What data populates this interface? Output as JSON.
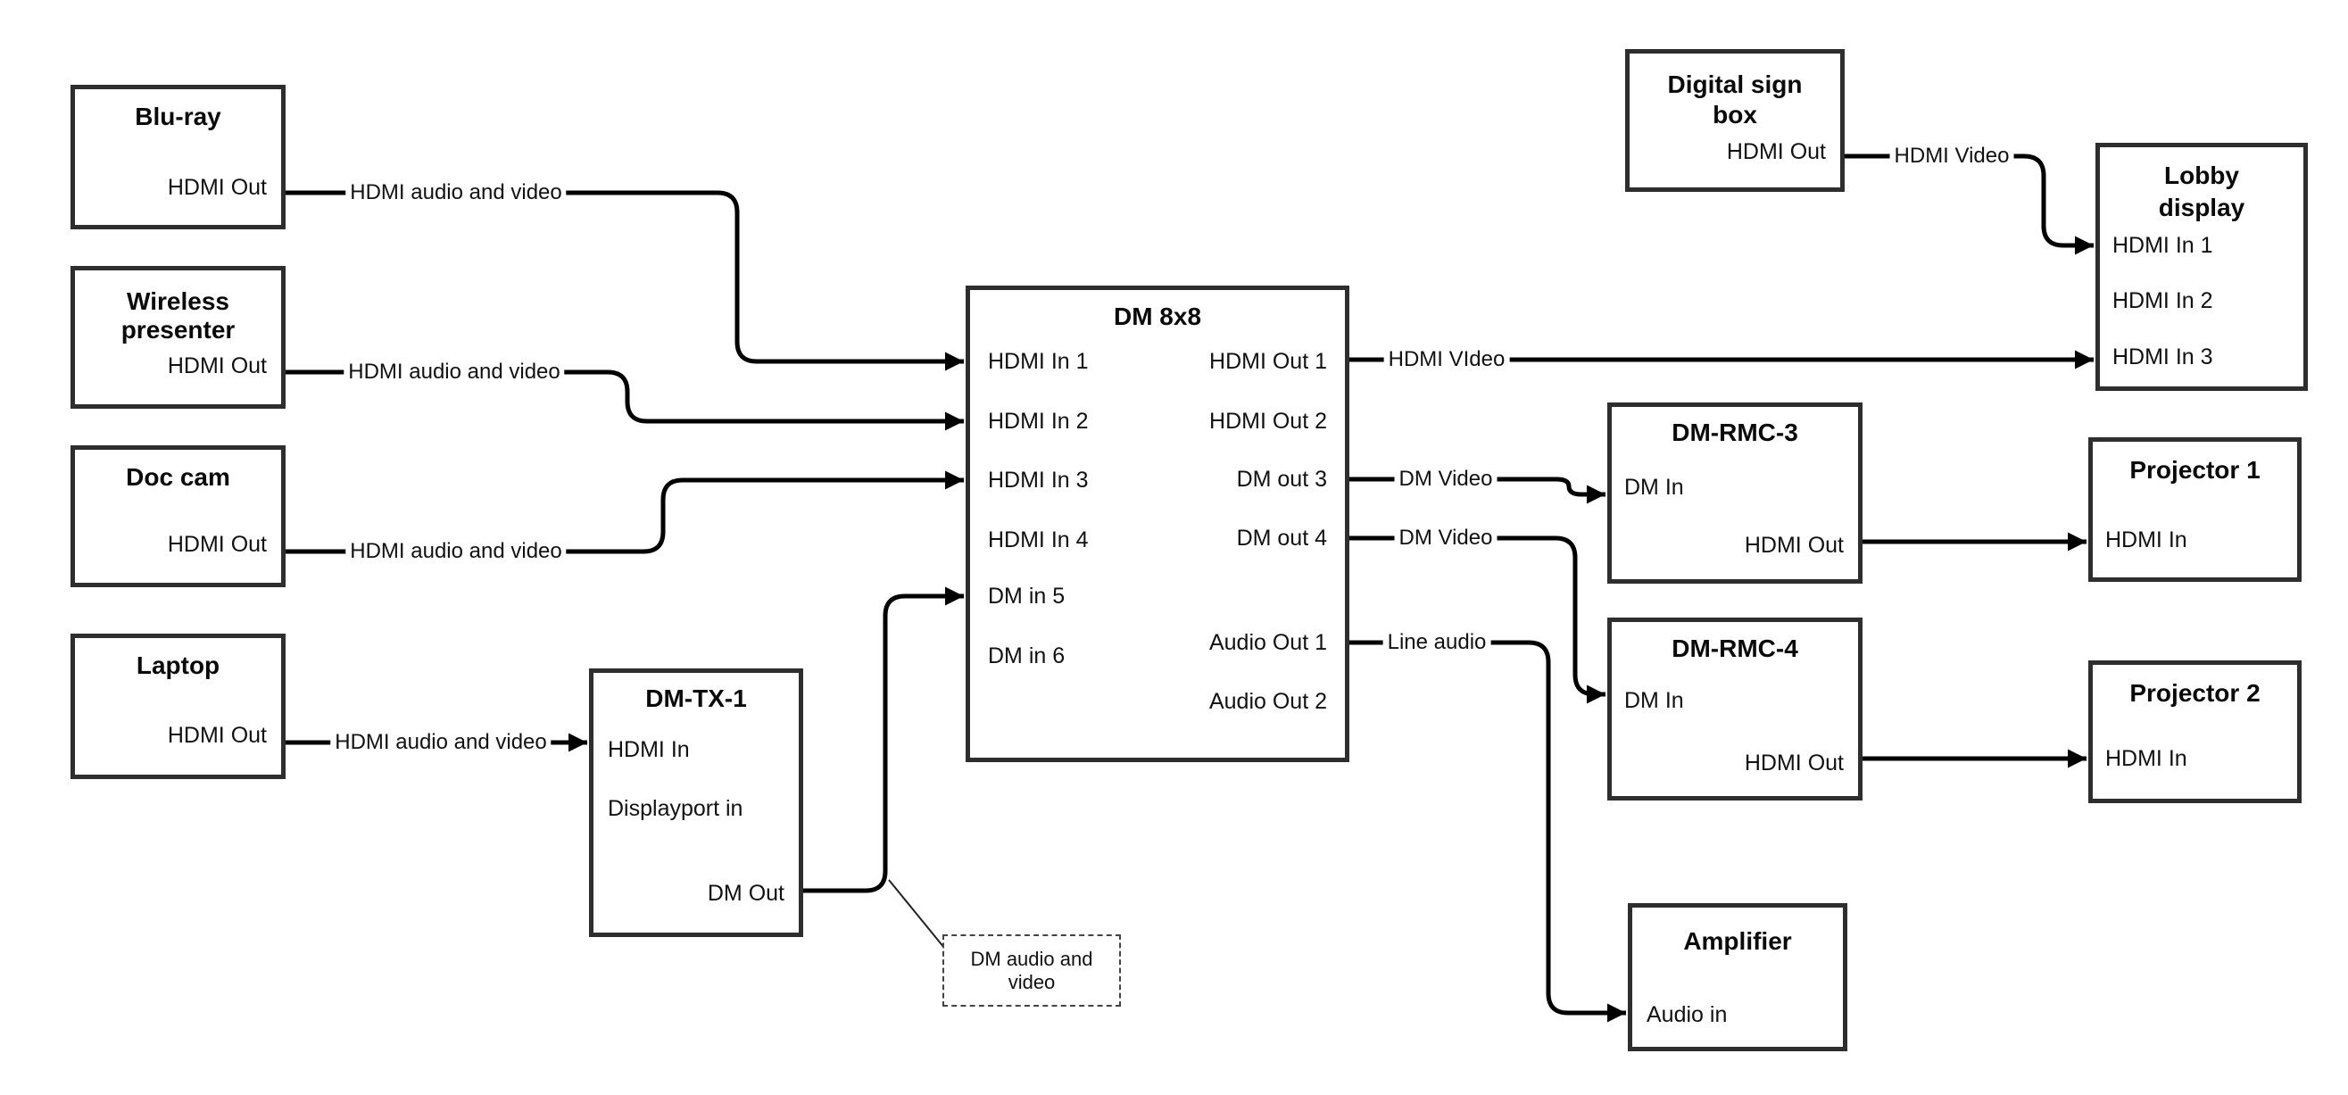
{
  "diagram": {
    "nodes": {
      "bluray": {
        "title": "Blu-ray",
        "ports": {
          "out": "HDMI Out"
        }
      },
      "wireless": {
        "title": "Wireless presenter",
        "ports": {
          "out": "HDMI Out"
        }
      },
      "doccam": {
        "title": "Doc cam",
        "ports": {
          "out": "HDMI Out"
        }
      },
      "laptop": {
        "title": "Laptop",
        "ports": {
          "out": "HDMI Out"
        }
      },
      "dmtx1": {
        "title": "DM-TX-1",
        "ports": {
          "hdmi_in": "HDMI In",
          "dp_in": "Displayport in",
          "dm_out": "DM Out"
        }
      },
      "dm8x8": {
        "title": "DM 8x8",
        "ports": {
          "in1": "HDMI In 1",
          "in2": "HDMI In 2",
          "in3": "HDMI In 3",
          "in4": "HDMI In 4",
          "in5": "DM in 5",
          "in6": "DM in 6",
          "out1": "HDMI Out 1",
          "out2": "HDMI Out 2",
          "out3": "DM out 3",
          "out4": "DM out 4",
          "aout1": "Audio Out 1",
          "aout2": "Audio Out 2"
        }
      },
      "signbox": {
        "title": "Digital sign box",
        "ports": {
          "out": "HDMI Out"
        }
      },
      "lobby": {
        "title": "Lobby display",
        "ports": {
          "in1": "HDMI In 1",
          "in2": "HDMI In 2",
          "in3": "HDMI In 3"
        }
      },
      "rmc3": {
        "title": "DM-RMC-3",
        "ports": {
          "dm_in": "DM In",
          "hdmi_out": "HDMI Out"
        }
      },
      "rmc4": {
        "title": "DM-RMC-4",
        "ports": {
          "dm_in": "DM In",
          "hdmi_out": "HDMI Out"
        }
      },
      "proj1": {
        "title": "Projector 1",
        "ports": {
          "in": "HDMI In"
        }
      },
      "proj2": {
        "title": "Projector 2",
        "ports": {
          "in": "HDMI In"
        }
      },
      "amp": {
        "title": "Amplifier",
        "ports": {
          "in": "Audio in"
        }
      }
    },
    "wire_labels": {
      "bluray": "HDMI audio and video",
      "wireless": "HDMI audio and video",
      "doccam": "HDMI audio and video",
      "laptop": "HDMI audio and video",
      "hdmi_out1": "HDMI VIdeo",
      "dm_out3": "DM Video",
      "dm_out4": "DM Video",
      "audio_out1": "Line audio",
      "signbox": "HDMI Video"
    },
    "annotation": "DM audio and video",
    "colors": {
      "wire": "#000000",
      "box_border": "#2e2e2e",
      "text": "#111111"
    }
  }
}
